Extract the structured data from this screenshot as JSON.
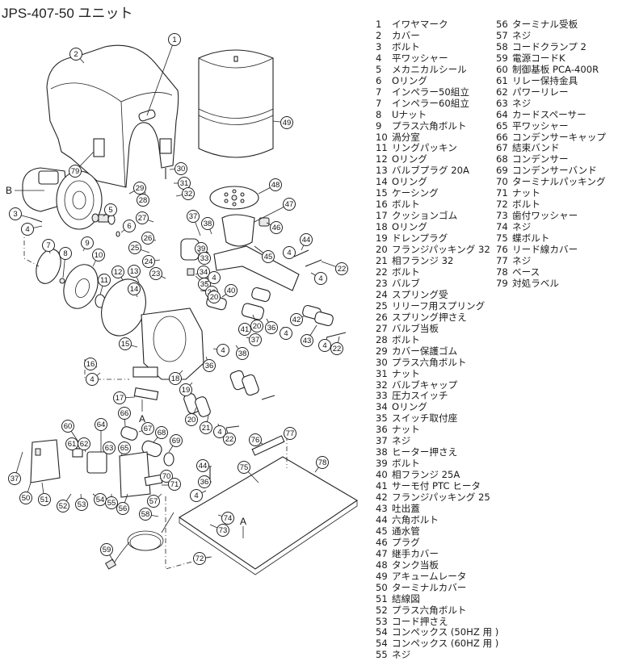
{
  "title": "JPS-407-50 ユニット",
  "diagram": {
    "markers": {
      "A": "A",
      "B": "B"
    },
    "callouts": [
      {
        "n": "1"
      },
      {
        "n": "2"
      },
      {
        "n": "79"
      },
      {
        "n": "49"
      },
      {
        "n": "48"
      },
      {
        "n": "30"
      },
      {
        "n": "31"
      },
      {
        "n": "32"
      },
      {
        "n": "29"
      },
      {
        "n": "28"
      },
      {
        "n": "3"
      },
      {
        "n": "4"
      },
      {
        "n": "5"
      },
      {
        "n": "6"
      },
      {
        "n": "27"
      },
      {
        "n": "26"
      },
      {
        "n": "25"
      },
      {
        "n": "24"
      },
      {
        "n": "23"
      },
      {
        "n": "7"
      },
      {
        "n": "8"
      },
      {
        "n": "9"
      },
      {
        "n": "10"
      },
      {
        "n": "11"
      },
      {
        "n": "12"
      },
      {
        "n": "13"
      },
      {
        "n": "14"
      },
      {
        "n": "15"
      },
      {
        "n": "16"
      },
      {
        "n": "4"
      },
      {
        "n": "17"
      },
      {
        "n": "18"
      },
      {
        "n": "19"
      },
      {
        "n": "20"
      },
      {
        "n": "21"
      },
      {
        "n": "4"
      },
      {
        "n": "22"
      },
      {
        "n": "37"
      },
      {
        "n": "38"
      },
      {
        "n": "39"
      },
      {
        "n": "33"
      },
      {
        "n": "34"
      },
      {
        "n": "35"
      },
      {
        "n": "36"
      },
      {
        "n": "4"
      },
      {
        "n": "20"
      },
      {
        "n": "40"
      },
      {
        "n": "47"
      },
      {
        "n": "46"
      },
      {
        "n": "45"
      },
      {
        "n": "44"
      },
      {
        "n": "4"
      },
      {
        "n": "22"
      },
      {
        "n": "4"
      },
      {
        "n": "20"
      },
      {
        "n": "36"
      },
      {
        "n": "4"
      },
      {
        "n": "42"
      },
      {
        "n": "43"
      },
      {
        "n": "4"
      },
      {
        "n": "22"
      },
      {
        "n": "41"
      },
      {
        "n": "37"
      },
      {
        "n": "38"
      },
      {
        "n": "4"
      },
      {
        "n": "36"
      },
      {
        "n": "60"
      },
      {
        "n": "61"
      },
      {
        "n": "62"
      },
      {
        "n": "63"
      },
      {
        "n": "64"
      },
      {
        "n": "65"
      },
      {
        "n": "66"
      },
      {
        "n": "67"
      },
      {
        "n": "68"
      },
      {
        "n": "69"
      },
      {
        "n": "70"
      },
      {
        "n": "71"
      },
      {
        "n": "37"
      },
      {
        "n": "50"
      },
      {
        "n": "51"
      },
      {
        "n": "52"
      },
      {
        "n": "53"
      },
      {
        "n": "54"
      },
      {
        "n": "55"
      },
      {
        "n": "56"
      },
      {
        "n": "57"
      },
      {
        "n": "58"
      },
      {
        "n": "59"
      },
      {
        "n": "44"
      },
      {
        "n": "36"
      },
      {
        "n": "4"
      },
      {
        "n": "74"
      },
      {
        "n": "73"
      },
      {
        "n": "72"
      },
      {
        "n": "75"
      },
      {
        "n": "76"
      },
      {
        "n": "77"
      },
      {
        "n": "78"
      }
    ]
  },
  "parts_list": {
    "column1": [
      {
        "no": "1",
        "name": "イワヤマーク"
      },
      {
        "no": "2",
        "name": "カバー"
      },
      {
        "no": "3",
        "name": "ボルト"
      },
      {
        "no": "4",
        "name": "平ワッシャー"
      },
      {
        "no": "5",
        "name": "メカニカルシール"
      },
      {
        "no": "6",
        "name": "Oリング"
      },
      {
        "no": "7",
        "name": "インペラー50組立"
      },
      {
        "no": "7",
        "name": "インペラー60組立"
      },
      {
        "no": "8",
        "name": "Uナット"
      },
      {
        "no": "9",
        "name": "プラス六角ボルト"
      },
      {
        "no": "10",
        "name": "渦分室"
      },
      {
        "no": "11",
        "name": "リングパッキン"
      },
      {
        "no": "12",
        "name": "Oリング"
      },
      {
        "no": "13",
        "name": "バルブプラグ 20A"
      },
      {
        "no": "14",
        "name": "Oリング"
      },
      {
        "no": "15",
        "name": "ケーシング"
      },
      {
        "no": "16",
        "name": "ボルト"
      },
      {
        "no": "17",
        "name": "クッションゴム"
      },
      {
        "no": "18",
        "name": "Oリング"
      },
      {
        "no": "19",
        "name": "ドレンプラグ"
      },
      {
        "no": "20",
        "name": "フランジパッキング 32"
      },
      {
        "no": "21",
        "name": "相フランジ 32"
      },
      {
        "no": "22",
        "name": "ボルト"
      },
      {
        "no": "23",
        "name": "バルブ"
      },
      {
        "no": "24",
        "name": "スプリング受"
      },
      {
        "no": "25",
        "name": "リリーフ用スプリング"
      },
      {
        "no": "26",
        "name": "スプリング押さえ"
      },
      {
        "no": "27",
        "name": "バルブ当板"
      },
      {
        "no": "28",
        "name": "ボルト"
      },
      {
        "no": "29",
        "name": "カバー保護ゴム"
      },
      {
        "no": "30",
        "name": "プラス六角ボルト"
      },
      {
        "no": "31",
        "name": "ナット"
      },
      {
        "no": "32",
        "name": "バルブキャップ"
      },
      {
        "no": "33",
        "name": "圧力スイッチ"
      },
      {
        "no": "34",
        "name": "Oリング"
      },
      {
        "no": "35",
        "name": "スイッチ取付座"
      },
      {
        "no": "36",
        "name": "ナット"
      },
      {
        "no": "37",
        "name": "ネジ"
      },
      {
        "no": "38",
        "name": "ヒーター押さえ"
      },
      {
        "no": "39",
        "name": "ボルト"
      },
      {
        "no": "40",
        "name": "相フランジ 25A"
      },
      {
        "no": "41",
        "name": "サーモ付 PTC ヒータ"
      },
      {
        "no": "42",
        "name": "フランジパッキング  25"
      },
      {
        "no": "43",
        "name": "吐出蓋"
      },
      {
        "no": "44",
        "name": "六角ボルト"
      },
      {
        "no": "45",
        "name": "通水管"
      },
      {
        "no": "46",
        "name": "プラグ"
      },
      {
        "no": "47",
        "name": "継手カバー"
      },
      {
        "no": "48",
        "name": "タンク当板"
      },
      {
        "no": "49",
        "name": "アキュームレータ"
      },
      {
        "no": "50",
        "name": "ターミナルカバー"
      },
      {
        "no": "51",
        "name": "結線図"
      },
      {
        "no": "52",
        "name": "プラス六角ボルト"
      },
      {
        "no": "53",
        "name": "コード押さえ"
      },
      {
        "no": "54",
        "name": "コンペックス (50HZ 用 )"
      },
      {
        "no": "54",
        "name": "コンペックス (60HZ 用 )"
      },
      {
        "no": "55",
        "name": "ネジ"
      }
    ],
    "column2": [
      {
        "no": "56",
        "name": "ターミナル受板"
      },
      {
        "no": "57",
        "name": "ネジ"
      },
      {
        "no": "58",
        "name": "コードクランプ 2"
      },
      {
        "no": "59",
        "name": "電源コードK"
      },
      {
        "no": "60",
        "name": "制御基板 PCA-400R"
      },
      {
        "no": "61",
        "name": "リレー保持金具"
      },
      {
        "no": "62",
        "name": "パワーリレー"
      },
      {
        "no": "63",
        "name": "ネジ"
      },
      {
        "no": "64",
        "name": "カードスペーサー"
      },
      {
        "no": "65",
        "name": "平ワッシャー"
      },
      {
        "no": "66",
        "name": "コンデンサーキャップ"
      },
      {
        "no": "67",
        "name": "結束バンド"
      },
      {
        "no": "68",
        "name": "コンデンサー"
      },
      {
        "no": "69",
        "name": "コンデンサーバンド"
      },
      {
        "no": "70",
        "name": "ターミナルパッキング"
      },
      {
        "no": "71",
        "name": "ナット"
      },
      {
        "no": "72",
        "name": "ボルト"
      },
      {
        "no": "73",
        "name": "歯付ワッシャー"
      },
      {
        "no": "74",
        "name": "ネジ"
      },
      {
        "no": "75",
        "name": "蝶ボルト"
      },
      {
        "no": "76",
        "name": "リード線カバー"
      },
      {
        "no": "77",
        "name": "ネジ"
      },
      {
        "no": "78",
        "name": "ベース"
      },
      {
        "no": "79",
        "name": "対処ラベル"
      }
    ]
  }
}
